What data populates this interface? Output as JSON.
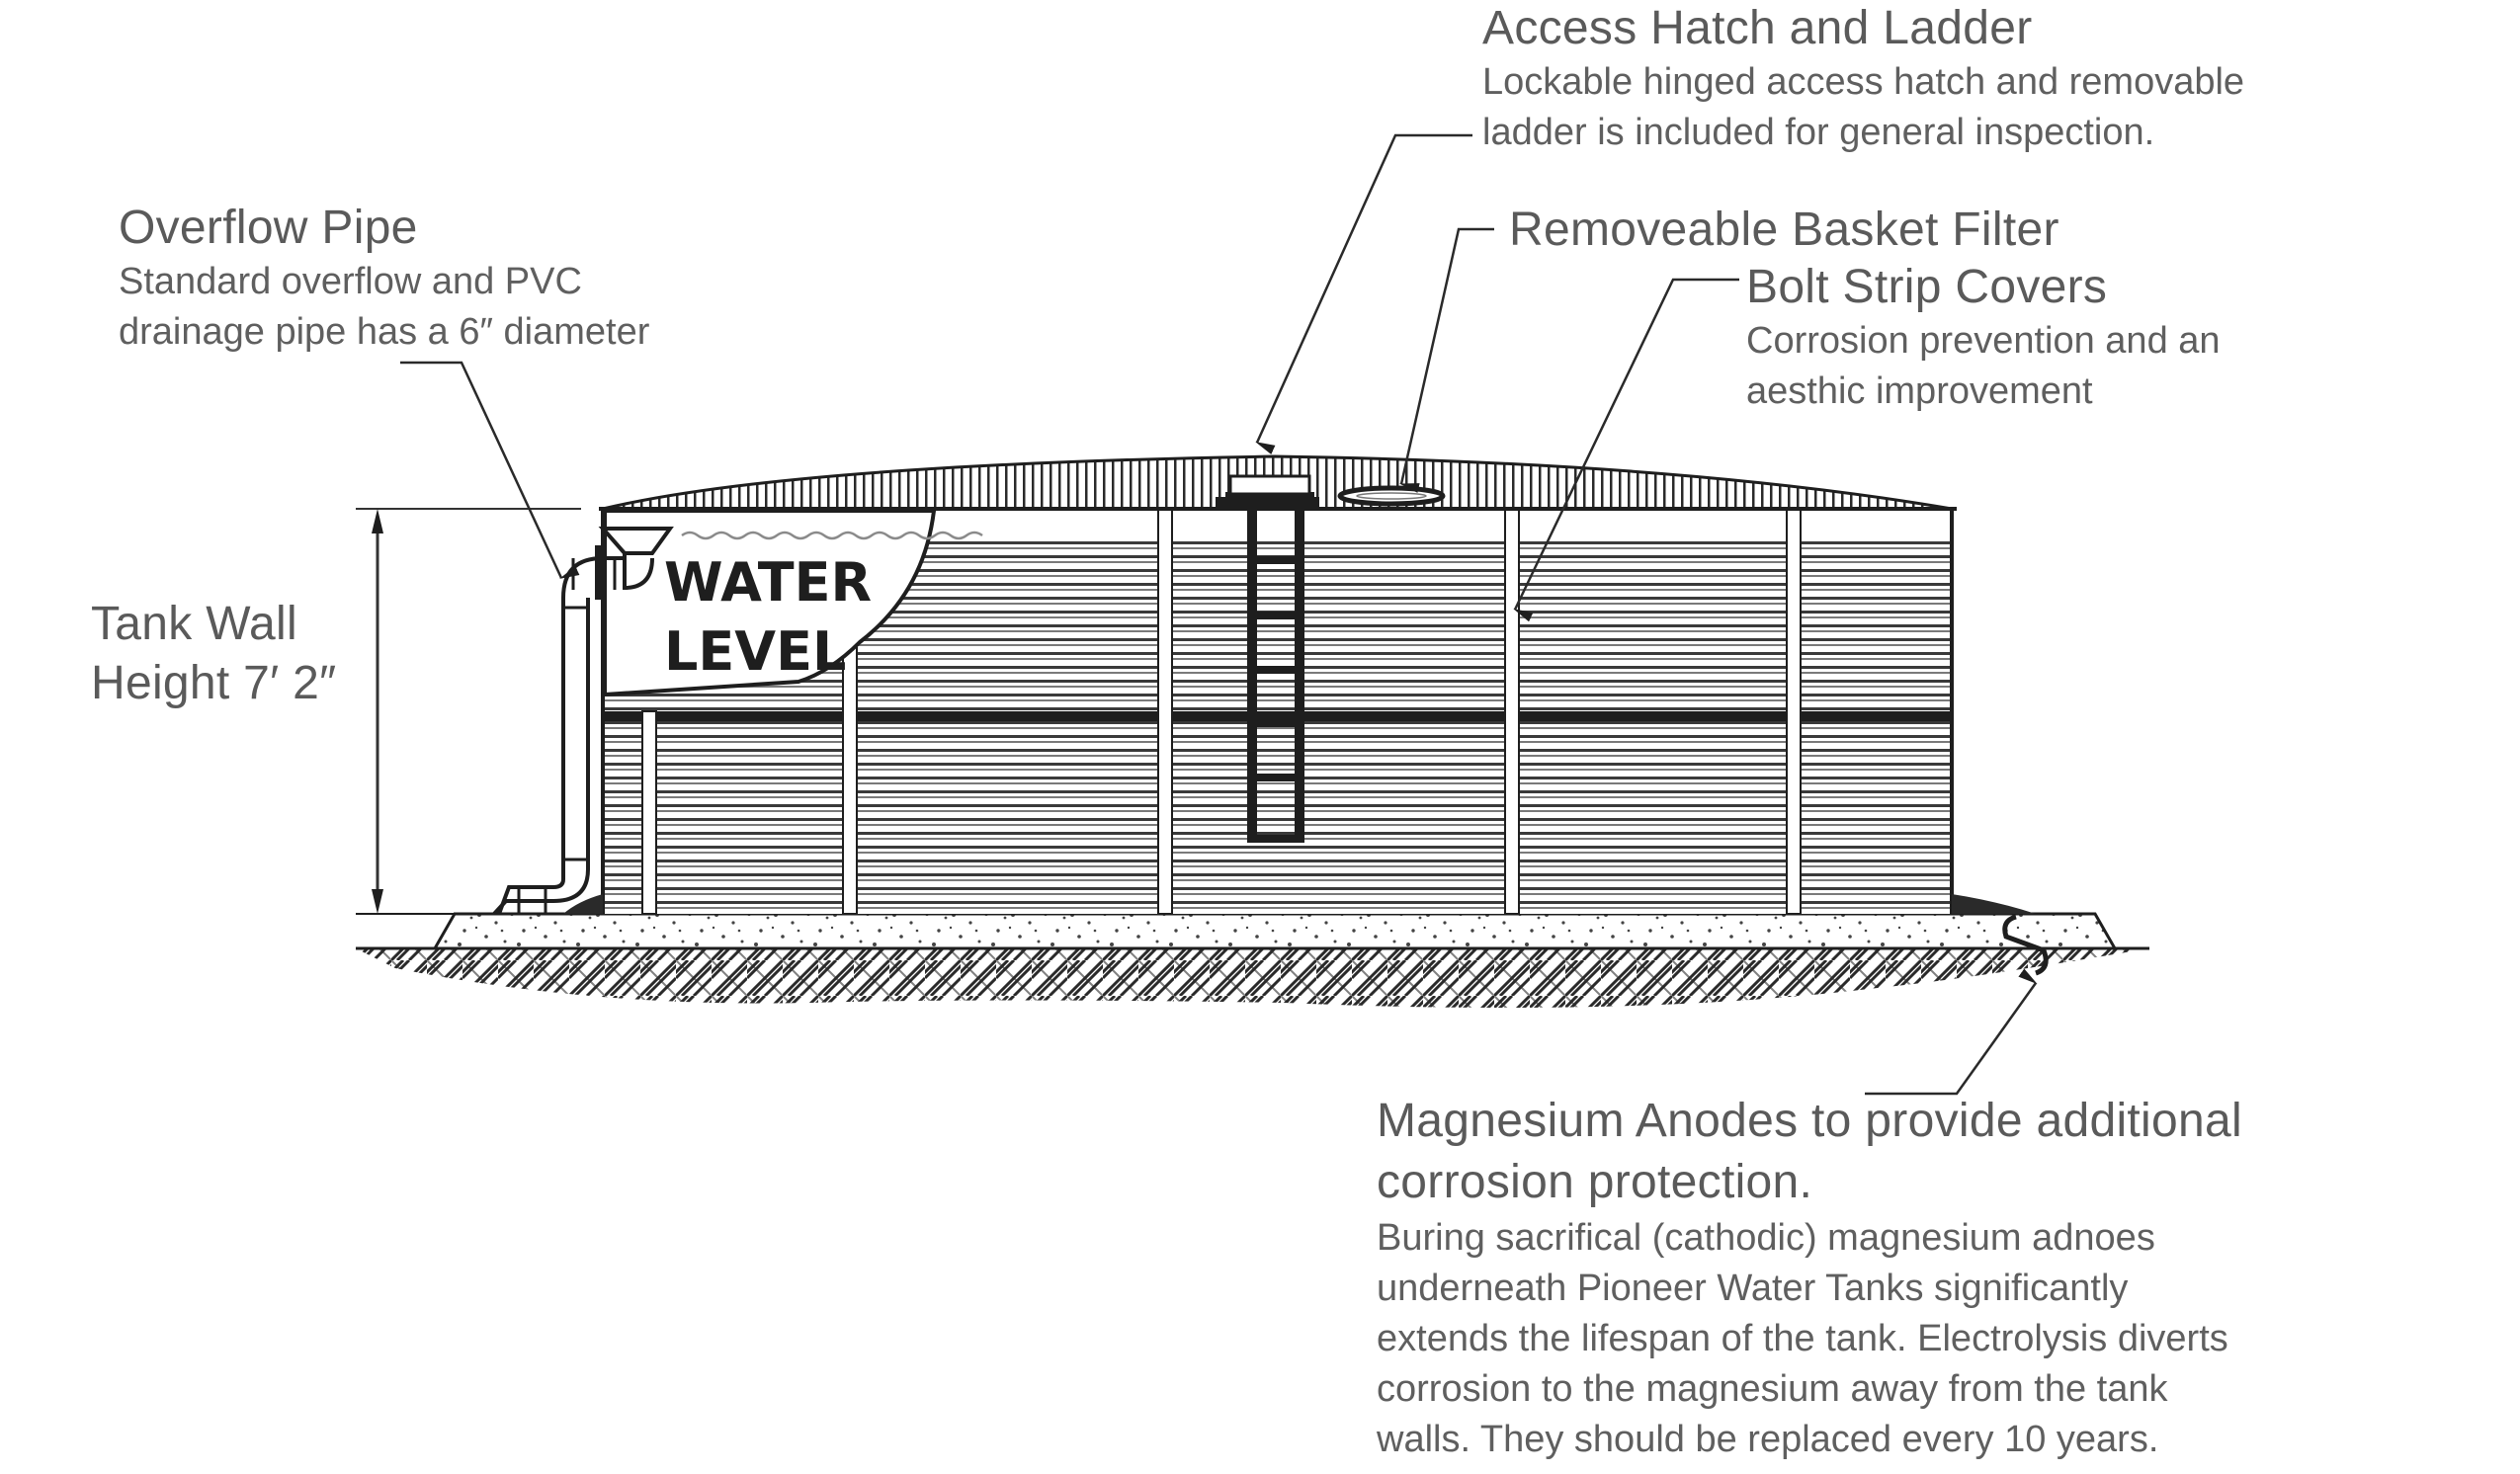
{
  "diagram": {
    "subject": "Water tank cross-section",
    "water_level_label": [
      "WATER",
      "LEVEL"
    ],
    "callouts": {
      "access_hatch": {
        "title": "Access Hatch and Ladder",
        "lines": [
          "Lockable hinged access hatch and removable",
          "ladder is included for general inspection."
        ]
      },
      "overflow_pipe": {
        "title": "Overflow Pipe",
        "lines": [
          "Standard overflow and PVC",
          "drainage pipe has a 6″ diameter"
        ]
      },
      "basket_filter": {
        "title": "Removeable Basket Filter"
      },
      "bolt_strip": {
        "title": "Bolt Strip Covers",
        "lines": [
          "Corrosion prevention and an",
          "aesthic improvement"
        ]
      },
      "tank_wall": {
        "lines": [
          "Tank Wall",
          "Height 7′ 2″"
        ]
      },
      "anodes": {
        "title_lines": [
          "Magnesium Anodes to provide additional",
          "corrosion protection."
        ],
        "lines": [
          "Buring sacrifical (cathodic) magnesium adnoes",
          "underneath Pioneer Water Tanks significantly",
          "extends the lifespan of the tank. Electrolysis diverts",
          "corrosion to the magnesium away from the tank",
          "walls. They should be replaced every 10 years."
        ]
      }
    },
    "colors": {
      "text": "#5a5a5a",
      "linework": "#1e1e1e",
      "background": "#ffffff"
    }
  }
}
